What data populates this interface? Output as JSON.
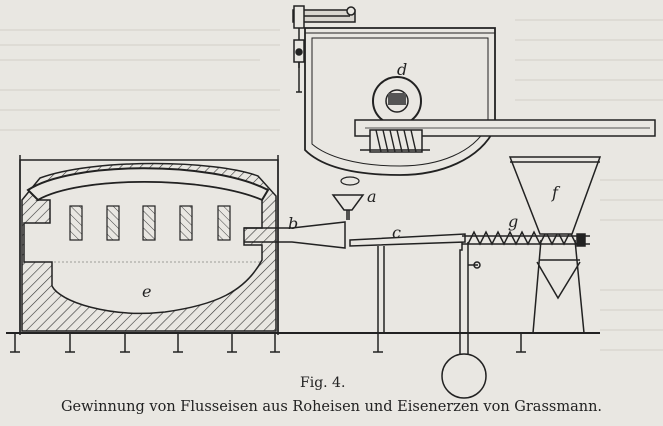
{
  "figure": {
    "number": "Fig. 4.",
    "caption": "Gewinnung von Flusseisen aus Roheisen und Eisenerzen von Grassmann.",
    "labels": {
      "d": "d",
      "b": "b",
      "a": "a",
      "c": "c",
      "g": "g",
      "f": "f",
      "e": "e"
    }
  },
  "colors": {
    "ink": "#222222",
    "paper": "#e9e7e2",
    "bleed": "#bcb8b0"
  }
}
